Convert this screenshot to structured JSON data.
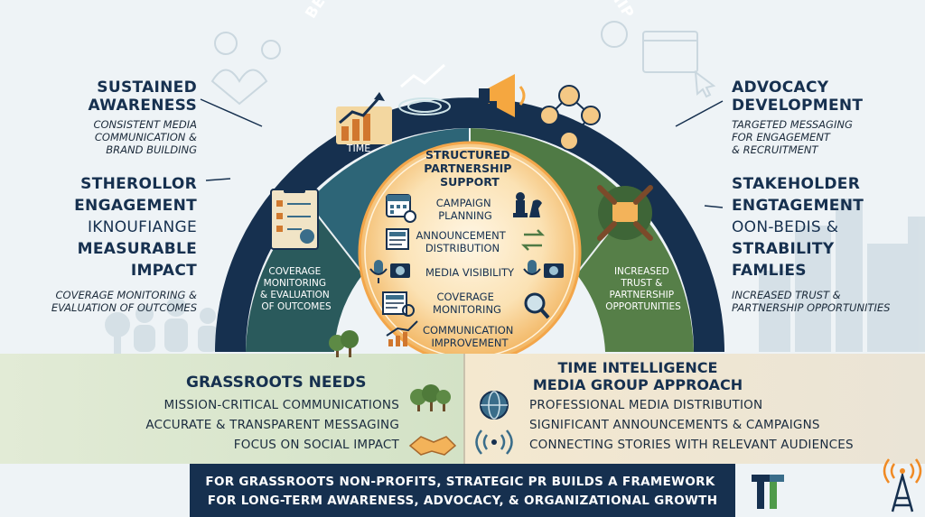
{
  "title": "BENEFITS OF LONG-TERM PR PARTNERSHIP",
  "left": {
    "sustained_title": [
      "SUSTAINED",
      "AWARENESS"
    ],
    "sustained_desc": [
      "CONSISTENT MEDIA",
      "COMMUNICATION &",
      "BRAND BUILDING"
    ],
    "engagement_lines": [
      "STHEROLLOR",
      "ENGAGEMENT",
      "IKNOUFIANGE"
    ],
    "impact_title": [
      "MEASURABLE",
      "IMPACT"
    ],
    "impact_desc": [
      "COVERAGE MONITORING &",
      "EVALUATION OF OUTCOMES"
    ]
  },
  "right": {
    "advocacy_title": [
      "ADVOCACY",
      "DEVELOPMENT"
    ],
    "advocacy_desc": [
      "TARGETED MESSAGING",
      "FOR ENGAGEMENT",
      "& RECRUITMENT"
    ],
    "stakeholder_lines": [
      "STAKEHOLDER",
      "ENGTAGEMENT",
      "OON-BEDIS &"
    ],
    "stability_title": [
      "STRABILITY",
      "FAMLIES"
    ],
    "stability_desc": [
      "INCREASED TRUST &",
      "PARTNERSHIP OPPORTUNITIES"
    ]
  },
  "wheel": {
    "top_left_label": "TIME",
    "left_label": [
      "COVERAGE",
      "MONITORING",
      "& EVALUATION",
      "OF OUTCOMES"
    ],
    "right_label": [
      "INCREASED",
      "TRUST &",
      "PARTNERSHIP",
      "OPPORTUNITIES"
    ]
  },
  "center": {
    "title": [
      "STRUCTURED",
      "PARTNERSHIP",
      "SUPPORT"
    ],
    "items": [
      [
        "CAMPAIGN",
        "PLANNING"
      ],
      [
        "ANNOUNCEMENT",
        "DISTRIBUTION"
      ],
      [
        "MEDIA VISIBILITY"
      ],
      [
        "COVERAGE",
        "MONITORING"
      ],
      [
        "COMMUNICATION",
        "IMPROVEMENT"
      ]
    ]
  },
  "grassroots": {
    "title": "GRASSROOTS NEEDS",
    "items": [
      "MISSION-CRITICAL COMMUNICATIONS",
      "ACCURATE & TRANSPARENT MESSAGING",
      "FOCUS ON SOCIAL IMPACT"
    ]
  },
  "approach": {
    "title": [
      "TIME INTELLIGENCE",
      "MEDIA GROUP APPROACH"
    ],
    "items": [
      "PROFESSIONAL MEDIA DISTRIBUTION",
      "SIGNIFICANT ANNOUNCEMENTS & CAMPAIGNS",
      "CONNECTING STORIES WITH RELEVANT AUDIENCES"
    ]
  },
  "footer": [
    "FOR GRASSROOTS NON-PROFITS, STRATEGIC PR BUILDS A FRAMEWORK",
    "FOR LONG-TERM AWARENESS, ADVOCACY, & ORGANIZATIONAL GROWTH"
  ],
  "colors": {
    "navy": "#16304f",
    "teal": "#2d6577",
    "green": "#4f7a45",
    "amber": "#f4b463",
    "cream": "#fbe7c3"
  }
}
